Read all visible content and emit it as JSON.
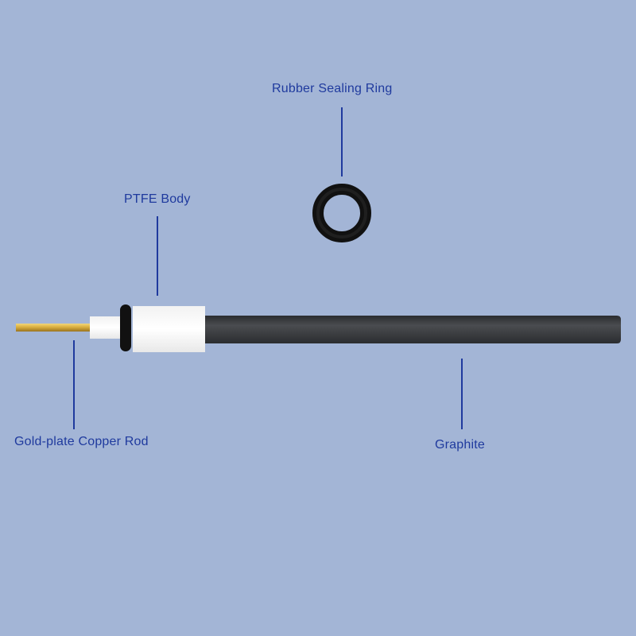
{
  "labels": {
    "rubber_sealing_ring": "Rubber Sealing Ring",
    "ptfe_body": "PTFE Body",
    "gold_plate_copper_rod": "Gold-plate Copper Rod",
    "graphite": "Graphite"
  },
  "colors": {
    "background": "#a3b5d6",
    "label_text": "#1f3a9e",
    "leader_line": "#1f3a9e",
    "graphite": "#3d3f42",
    "ptfe": "#ffffff",
    "rubber": "#111111",
    "gold": "#d8b04a"
  }
}
